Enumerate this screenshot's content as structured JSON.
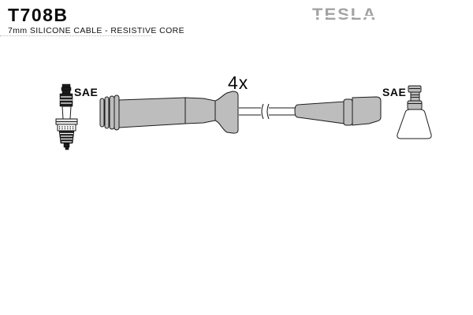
{
  "header": {
    "part_number": "T708B",
    "subtitle": "7mm SILICONE CABLE - RESISTIVE CORE",
    "brand": "TESLA"
  },
  "diagram": {
    "quantity_label": "4x",
    "plug_end_label": "SAE",
    "coil_end_label": "SAE",
    "icons": [
      "spark-plug-icon",
      "ignition-cable-icon",
      "sae-terminal-icon",
      "cable-break-icon"
    ]
  },
  "colors": {
    "part_fill": "#bdbdbd",
    "outline": "#1a1a1a",
    "brand_gray": "#a3a3a3"
  }
}
